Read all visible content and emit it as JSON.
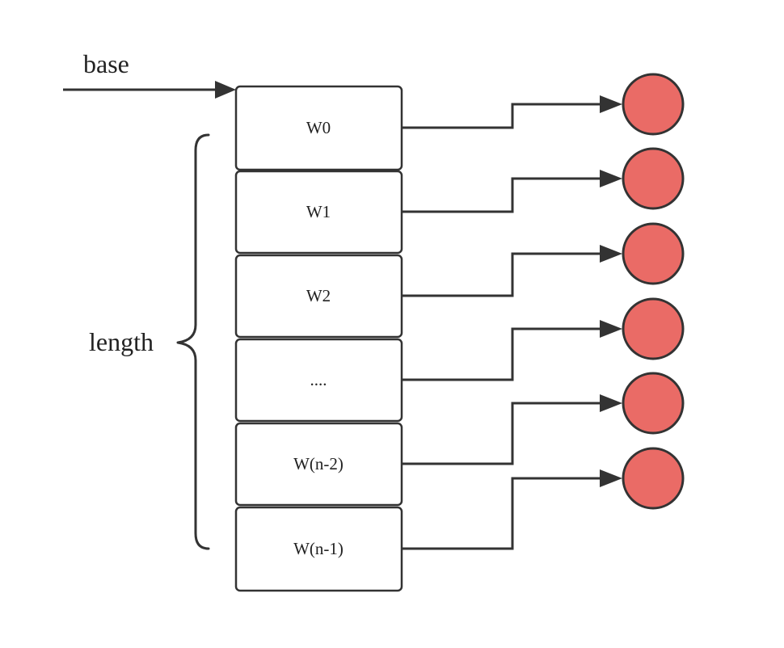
{
  "base_label": "base",
  "length_label": "length",
  "cells": [
    {
      "label": "W0"
    },
    {
      "label": "W1"
    },
    {
      "label": "W2"
    },
    {
      "label": "...."
    },
    {
      "label": "W(n-2)"
    },
    {
      "label": "W(n-1)"
    }
  ],
  "colors": {
    "node_fill": "#ea6b66",
    "stroke": "#333333",
    "cell_fill": "#ffffff"
  }
}
